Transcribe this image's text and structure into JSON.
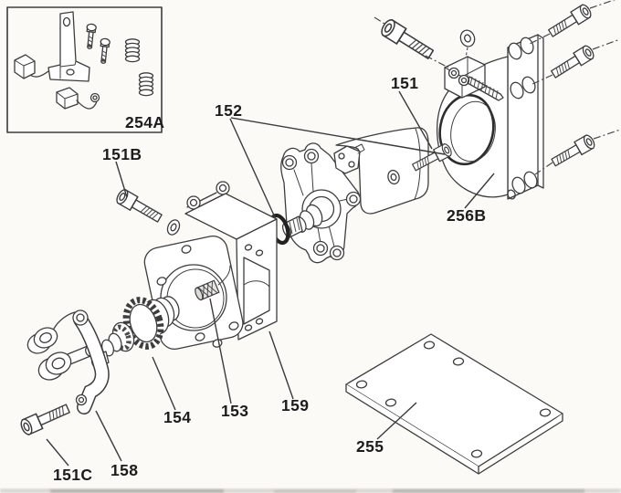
{
  "figure": {
    "background_color": "#fbfaf7",
    "line_color": "#3d3d3d",
    "label_color": "#1c1c1c",
    "type": "exploded-parts-diagram",
    "part_labels": {
      "brush_kit": "254A",
      "upper_bolt": "151B",
      "oring": "152",
      "motor_bolt": "151",
      "bracket": "256B",
      "plate": "255",
      "housing": "159",
      "pin": "153",
      "gear": "154",
      "arm": "158",
      "lower_bolt": "151C"
    }
  }
}
